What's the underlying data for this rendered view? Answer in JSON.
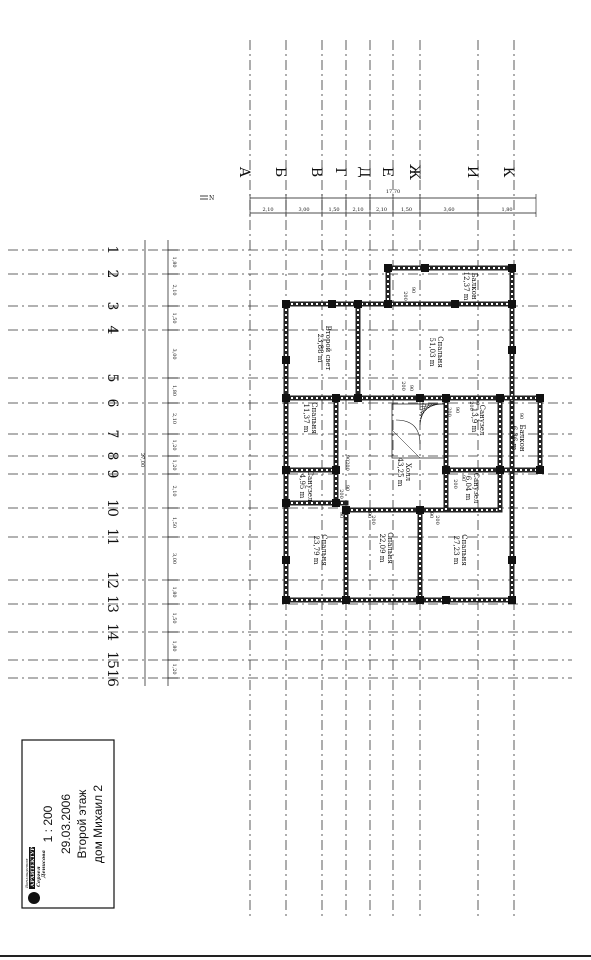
{
  "title_block": {
    "line1": "дом Михаил 2",
    "line2": "Второй этаж",
    "date": "29.03.2006",
    "scale": "1 : 200",
    "logo_text": [
      "Воплощенная",
      "АРХИТЕКТУРА",
      "Сергея",
      "Денисова"
    ]
  },
  "axes_letters": [
    "А",
    "Б",
    "В",
    "Г",
    "Д",
    "Е",
    "Ж",
    "И",
    "К"
  ],
  "axes_numbers": [
    "1",
    "2",
    "3",
    "4",
    "5",
    "6",
    "7",
    "8",
    "9",
    "10",
    "11",
    "12",
    "13",
    "14",
    "15",
    "16"
  ],
  "dimensions_letters": {
    "total": "17,70",
    "segments": [
      "2,10",
      "3,00",
      "1,50",
      "2,10",
      "2,10",
      "1,50",
      "3,60",
      "1,80"
    ]
  },
  "dimensions_numbers": {
    "total": "27,00",
    "segments": [
      "1,80",
      "2,10",
      "1,50",
      "3,00",
      "1,80",
      "2,10",
      "1,20",
      "1,20",
      "2,10",
      "1,50",
      "3,00",
      "1,80",
      "1,50",
      "1,80",
      "1,20"
    ]
  },
  "north_label": "N",
  "rooms": [
    {
      "name": "Балкон",
      "area": "12,37 m"
    },
    {
      "name": "Второй свет",
      "area": "23,88 m"
    },
    {
      "name": "Спальня",
      "area": "51,03 m"
    },
    {
      "name": "Спальня",
      "area": "11,37 m"
    },
    {
      "name": "Санузел",
      "area": "13,9 m"
    },
    {
      "name": "Балкон",
      "area": "6,36 m"
    },
    {
      "name": "Холл",
      "area": "43,25 m"
    },
    {
      "name": "Санузел",
      "area": "4,95 m"
    },
    {
      "name": "Санузел",
      "area": "6,04 m"
    },
    {
      "name": "Спальня",
      "area": "23,79 m"
    },
    {
      "name": "Спальня",
      "area": "22,09 m"
    },
    {
      "name": "Спальня",
      "area": "27,23 m"
    }
  ],
  "door_marks": [
    "90",
    "200",
    "90",
    "200",
    "90",
    "200",
    "90",
    "200",
    "90",
    "200",
    "90",
    "200",
    "90",
    "200",
    "90",
    "200",
    "90",
    "200",
    "90",
    "200",
    "90",
    "200"
  ]
}
